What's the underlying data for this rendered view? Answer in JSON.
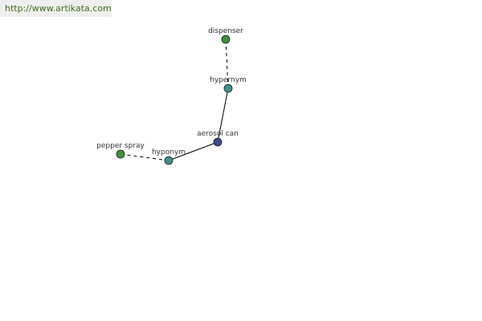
{
  "banner": {
    "url_text": "http://www.artikata.com"
  },
  "colors": {
    "center_node": "#3d4a8f",
    "relation_node": "#3f8f8a",
    "word_node": "#3e8f3e",
    "banner_text": "#3f6d1c"
  },
  "nodes": [
    {
      "id": "dispenser",
      "label": "dispenser",
      "kind": "word"
    },
    {
      "id": "hypernym",
      "label": "hypernym",
      "kind": "relation"
    },
    {
      "id": "aerosol_can",
      "label": "aerosol can",
      "kind": "center"
    },
    {
      "id": "hyponym",
      "label": "hyponym",
      "kind": "relation"
    },
    {
      "id": "pepper_spray",
      "label": "pepper spray",
      "kind": "word"
    }
  ],
  "edges": [
    {
      "from": "aerosol_can",
      "to": "hypernym",
      "style": "solid"
    },
    {
      "from": "hypernym",
      "to": "dispenser",
      "style": "dashed"
    },
    {
      "from": "aerosol_can",
      "to": "hyponym",
      "style": "solid"
    },
    {
      "from": "hyponym",
      "to": "pepper_spray",
      "style": "dashed"
    }
  ]
}
